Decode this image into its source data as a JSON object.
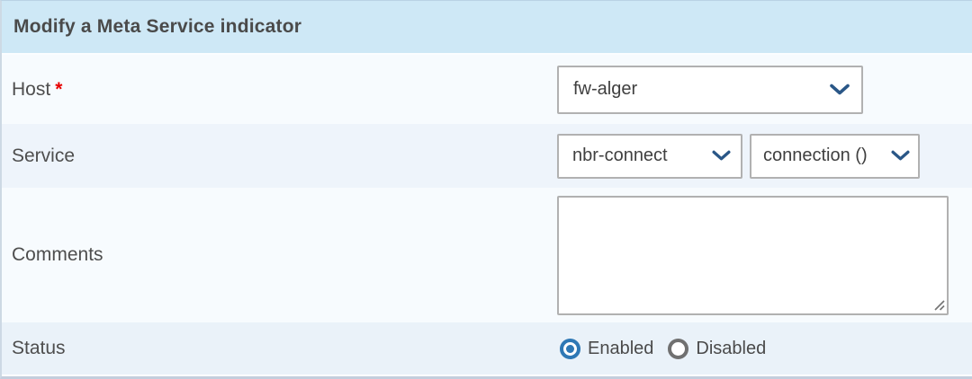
{
  "colors": {
    "header_bg": "#cee8f6",
    "row_light": "#f7fbfe",
    "row_shaded": "#eef4fb",
    "row_status": "#eaf2f9",
    "select_border": "#b1b1b1",
    "chevron_blue": "#2a5787",
    "radio_selected_blue": "#2e78b5",
    "radio_unselected_gray": "#707070",
    "required_red": "#e70000",
    "label_gray": "#4e4e4e",
    "bottom_border": "#c3cedd"
  },
  "header": {
    "title": "Modify a Meta Service indicator"
  },
  "fields": {
    "host": {
      "label": "Host",
      "required_marker": "*",
      "selected_value": "fw-alger"
    },
    "service": {
      "label": "Service",
      "service_selected_value": "nbr-connect",
      "metric_selected_value": "connection ()"
    },
    "comments": {
      "label": "Comments",
      "value": ""
    },
    "status": {
      "label": "Status",
      "options": [
        {
          "label": "Enabled",
          "selected": true
        },
        {
          "label": "Disabled",
          "selected": false
        }
      ]
    }
  }
}
